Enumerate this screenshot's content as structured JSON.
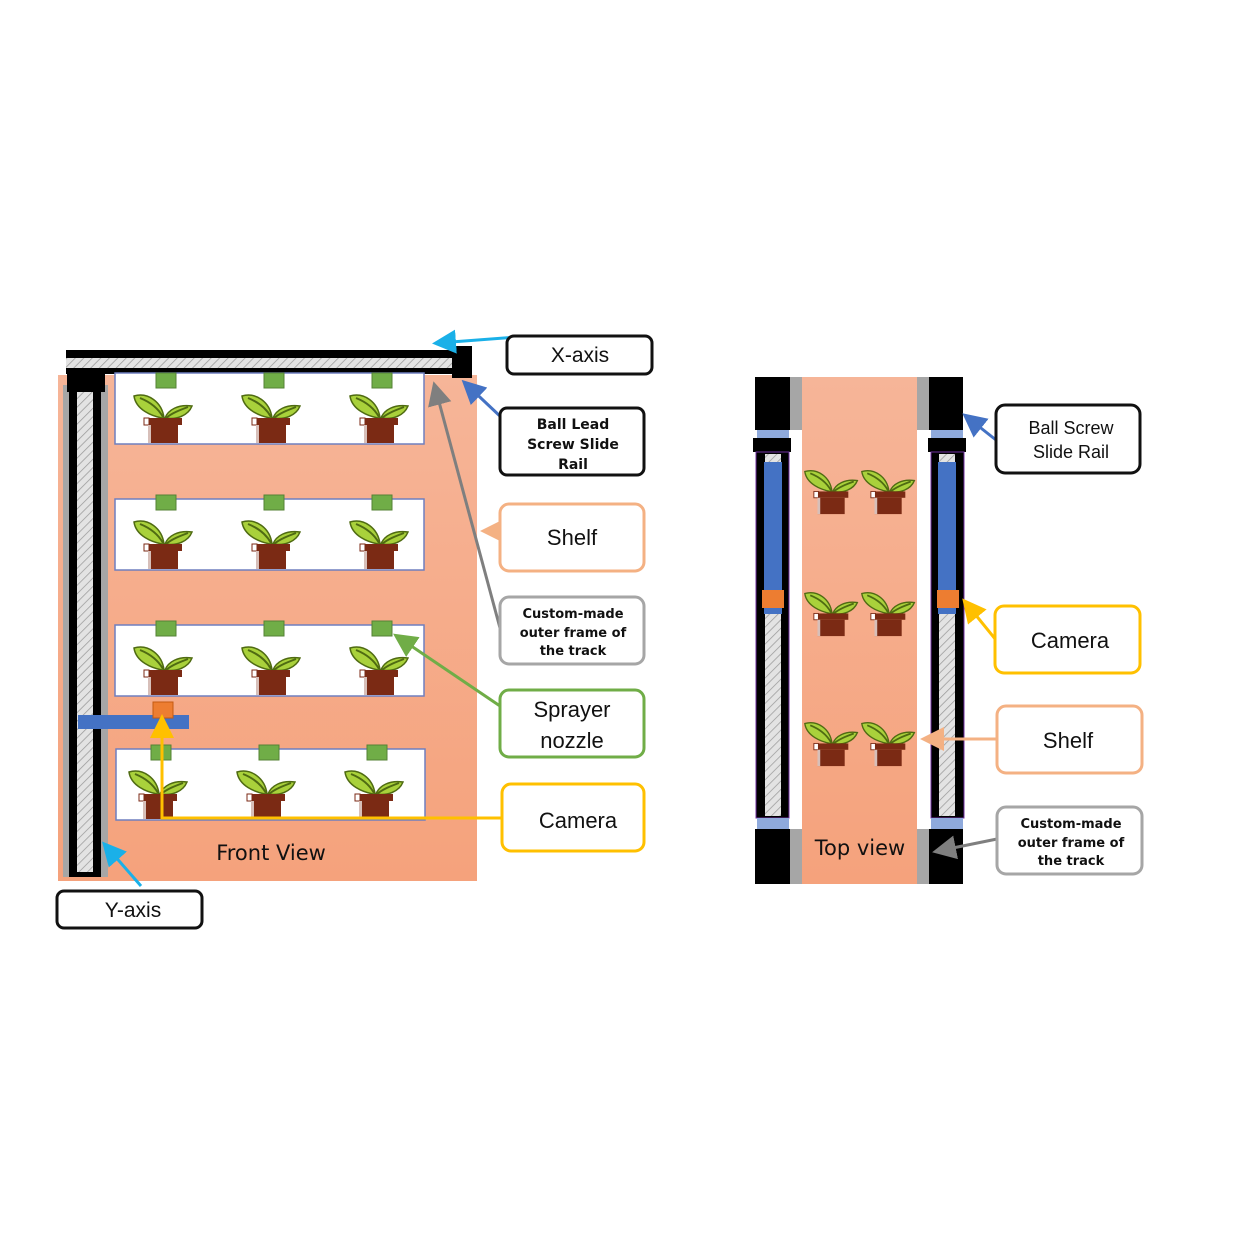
{
  "colors": {
    "shelf_bg": "#f5b091",
    "shelf_bg_bottom": "#f5a47f",
    "rail_black": "#000000",
    "rail_grey": "#a6a6a6",
    "screw_hatch": "#d9d9d9",
    "carriage_blue": "#4472c4",
    "carriage_light_blue": "#8faadc",
    "camera_orange": "#ed7d31",
    "sprayer_green": "#70ad47",
    "pot_brown": "#7b2a14",
    "leaf_green": "#a9d13b",
    "callout_black": "#111111",
    "callout_blue_arrow": "#1ab0e8",
    "callout_rail_arrow": "#4472c4",
    "callout_shelf": "#f4b183",
    "callout_frame": "#a6a6a6",
    "callout_sprayer": "#70ad47",
    "callout_camera": "#ffc000"
  },
  "front_view": {
    "title": "Front View",
    "shelves": [
      {
        "plants": 3,
        "sprayers": 3
      },
      {
        "plants": 3,
        "sprayers": 3
      },
      {
        "plants": 3,
        "sprayers": 3
      },
      {
        "plants": 3,
        "sprayers": 3
      }
    ],
    "callouts": {
      "x_axis": "X-axis",
      "y_axis": "Y-axis",
      "rail": [
        "Ball Lead",
        "Screw Slide",
        "Rail"
      ],
      "shelf": "Shelf",
      "frame": [
        "Custom-made",
        "outer frame of",
        "the track"
      ],
      "sprayer": [
        "Sprayer",
        "nozzle"
      ],
      "camera": "Camera"
    }
  },
  "top_view": {
    "title": "Top view",
    "plant_rows": 3,
    "plants_per_row": 2,
    "callouts": {
      "rail": [
        "Ball Screw",
        "Slide Rail"
      ],
      "camera": "Camera",
      "shelf": "Shelf",
      "frame": [
        "Custom-made",
        "outer frame of",
        "the track"
      ]
    }
  }
}
